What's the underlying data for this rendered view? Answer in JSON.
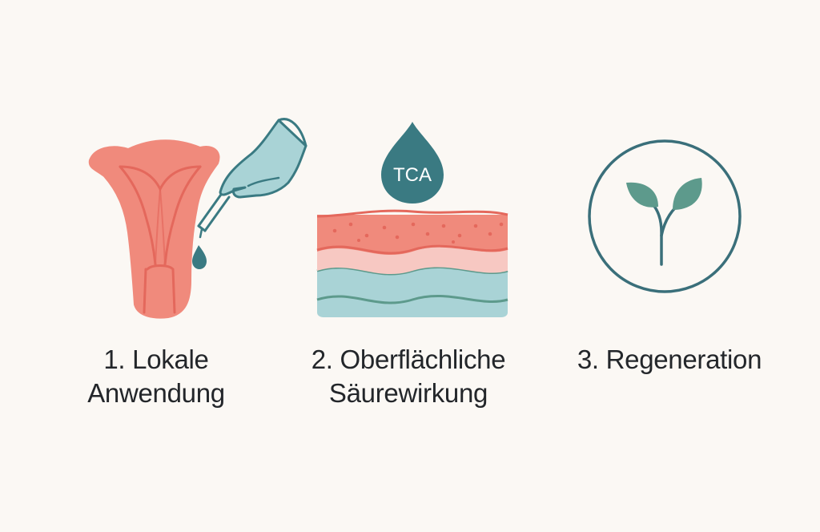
{
  "steps": [
    {
      "number": "1.",
      "label_line1": "1. Lokale",
      "label_line2": "Anwendung",
      "icon": "uterus-with-dropper-icon"
    },
    {
      "number": "2.",
      "label_line1": "2. Oberflächliche",
      "label_line2": "Säurewirkung",
      "icon": "skin-layers-with-acid-drop-icon",
      "drop_label": "TCA"
    },
    {
      "number": "3.",
      "label_line1": "3. Regeneration",
      "label_line2": "",
      "icon": "sprout-in-circle-icon"
    }
  ],
  "colors": {
    "background": "#fbf8f4",
    "coral": "#f08a7c",
    "coral_dark": "#e4685c",
    "teal": "#3a7a82",
    "mint": "#a8d8d6",
    "sage": "#5d9a8c",
    "light_blue": "#a9d3d6",
    "pink_layer": "#f7c8c2",
    "text": "#23262a"
  }
}
